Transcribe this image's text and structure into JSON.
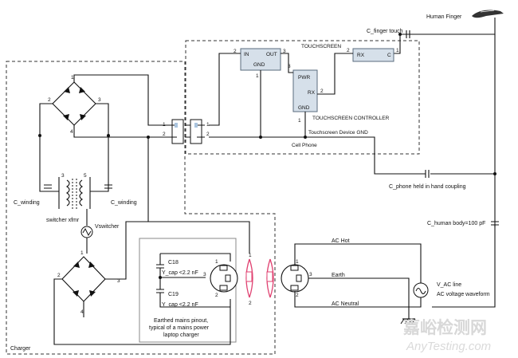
{
  "labels": {
    "human_finger": "Human Finger",
    "c_finger_touch": "C_finger touch",
    "touchscreen": "TOUCHSCREEN",
    "rx_left": "RX",
    "c_right": "C",
    "in": "IN",
    "out": "OUT",
    "gnd_left": "GND",
    "pwr": "PWR",
    "rx": "RX",
    "gnd_ctrl": "GND",
    "touchscreen_controller": "TOUCHSCREEN CONTROLLER",
    "device_gnd": "Touchscreen Device GND",
    "cell_phone": "Cell Phone",
    "c_phone_coupling": "C_phone held in hand coupling",
    "c_human_body": "C_human body=100 pF",
    "c_winding_left": "C_winding",
    "c_winding_right": "C_winding",
    "switcher_xfmr": "switcher xfmr",
    "vswitcher": "Vswitcher",
    "c18": "C18",
    "y_cap1": "Y_cap <2.2 nF",
    "c19": "C19",
    "y_cap2": "Y_cap <2.2 nF",
    "ac_hot": "AC Hot",
    "earth": "Earth",
    "ac_neutral": "AC Neutral",
    "v_ac_line": "V_AC line",
    "ac_voltage_waveform": "AC voltage waveform",
    "earthed_note_1": "Earthed mains pinout,",
    "earthed_note_2": "typical of a mains power",
    "earthed_note_3": "laptop charger",
    "charger": "Charger",
    "watermark_cn": "嘉峪检测网",
    "watermark_en": "AnyTesting.com"
  },
  "pins": {
    "p1": "1",
    "p2": "2",
    "p3": "3",
    "p4": "4",
    "p5": "5"
  },
  "colors": {
    "block_fill": "#d6e0ea",
    "block_stroke": "#5a6b7d",
    "wire": "#111111",
    "connector_pink": "#e04070"
  }
}
